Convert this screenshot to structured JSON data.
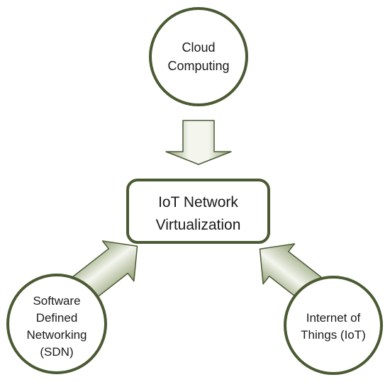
{
  "diagram": {
    "center": {
      "lines": [
        "IoT Network",
        "Virtualization"
      ]
    },
    "nodes": [
      {
        "id": "cloud",
        "lines": [
          "Cloud",
          "Computing"
        ]
      },
      {
        "id": "sdn",
        "lines": [
          "Software",
          "Defined",
          "Networking",
          "(SDN)"
        ]
      },
      {
        "id": "iot",
        "lines": [
          "Internet of",
          "Things (IoT)"
        ]
      }
    ],
    "colors": {
      "outline": "#4a5a32",
      "arrow_light": "#f2f4ec",
      "arrow_dark": "#8f9d72",
      "arrow_stroke": "#4a5a32"
    }
  }
}
